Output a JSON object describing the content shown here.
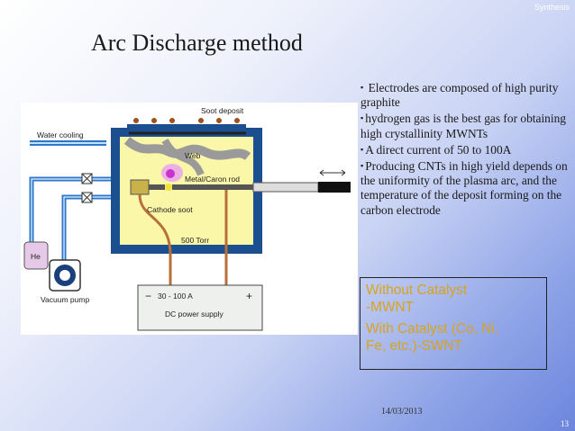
{
  "header": {
    "section": "Synthesis",
    "title": "Arc Discharge method"
  },
  "diagram": {
    "labels": {
      "soot_deposit": "Soot deposit",
      "water_cooling": "Water cooling",
      "web": "Web",
      "metal_rod": "Metal/Caron rod",
      "cathode_soot": "Cathode soot",
      "pressure": "500 Torr",
      "gas": "He",
      "vacuum_pump": "Vacuum pump",
      "current": "30 - 100 A",
      "minus": "−",
      "plus": "+",
      "power_supply": "DC power supply"
    },
    "colors": {
      "chamber_wall": "#1b4f8f",
      "chamber_fill": "#fbf7a8",
      "pipe": "#2f77c6",
      "plasma": "#cc33cc",
      "cathode_soot": "#c9b24a",
      "wire": "#b7703a"
    }
  },
  "bullets": [
    {
      "text": "Electrodes are composed of high purity graphite"
    },
    {
      "text": "hydrogen gas is the best gas for obtaining high crystallinity MWNTs"
    },
    {
      "text": "A direct current of 50 to 100A"
    },
    {
      "text": "Producing CNTs in high yield depends on the uniformity of the plasma arc, and the temperature of the deposit forming on the carbon electrode"
    }
  ],
  "catalyst": {
    "line1": "Without Catalyst",
    "line2": "-MWNT",
    "line3": "With Catalyst (Co, Ni,",
    "line4": "Fe, etc.)-SWNT"
  },
  "footer": {
    "date": "14/03/2013",
    "page": "13"
  }
}
